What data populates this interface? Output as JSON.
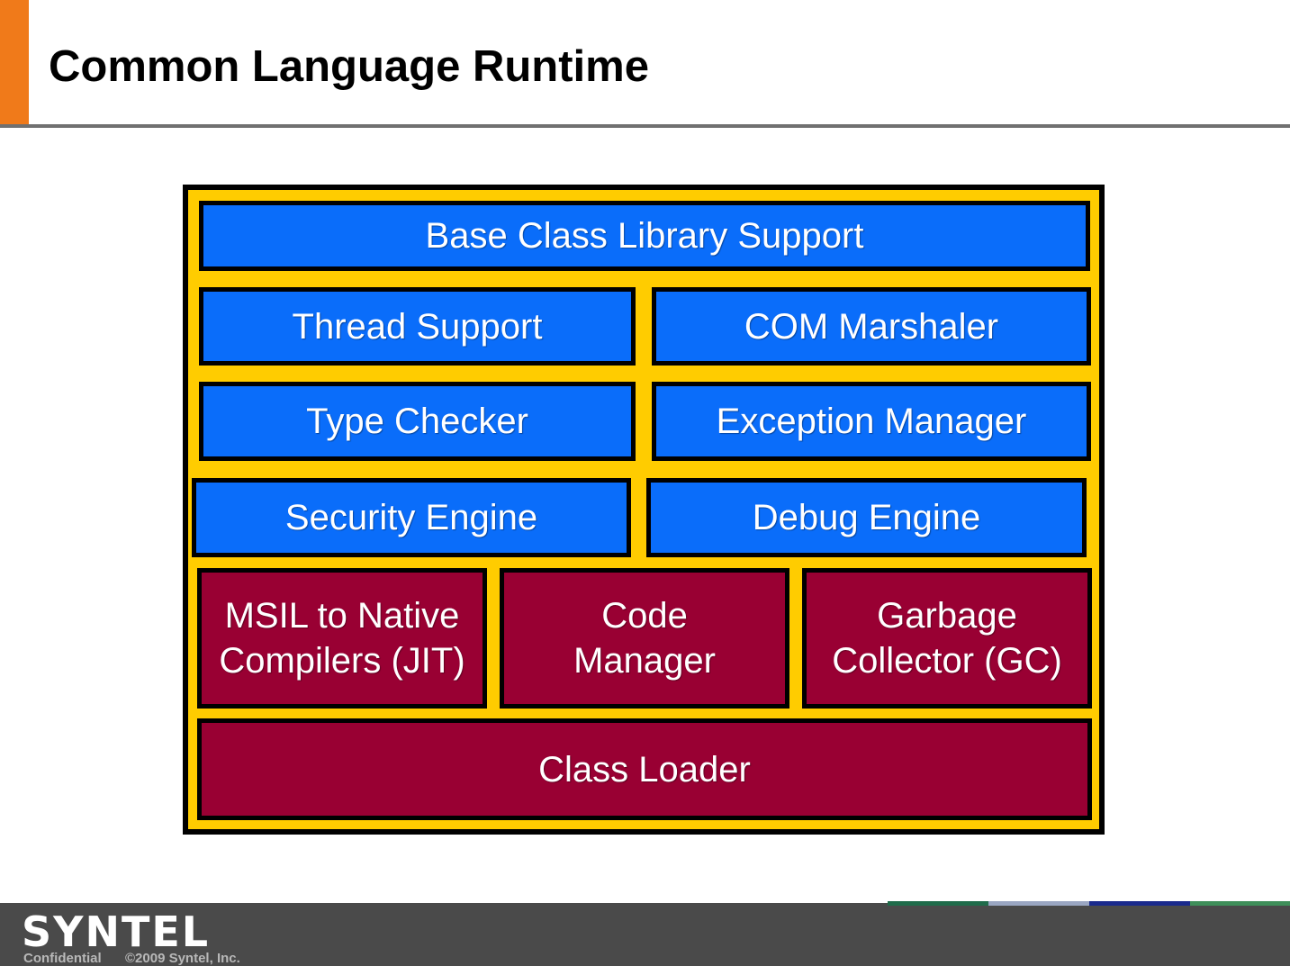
{
  "slide": {
    "title": "Common Language Runtime"
  },
  "diagram": {
    "blocks": [
      {
        "id": "base-class-library-support",
        "label": "Base Class Library Support",
        "color": "#0a6dfa"
      },
      {
        "id": "thread-support",
        "label": "Thread Support",
        "color": "#0a6dfa"
      },
      {
        "id": "com-marshaler",
        "label": "COM Marshaler",
        "color": "#0a6dfa"
      },
      {
        "id": "type-checker",
        "label": "Type Checker",
        "color": "#0a6dfa"
      },
      {
        "id": "exception-manager",
        "label": "Exception Manager",
        "color": "#0a6dfa"
      },
      {
        "id": "security-engine",
        "label": "Security Engine",
        "color": "#0a6dfa"
      },
      {
        "id": "debug-engine",
        "label": "Debug Engine",
        "color": "#0a6dfa"
      },
      {
        "id": "msil-to-native-compilers",
        "label": "MSIL to Native\nCompilers (JIT)",
        "color": "#990033"
      },
      {
        "id": "code-manager",
        "label": "Code\nManager",
        "color": "#990033"
      },
      {
        "id": "garbage-collector",
        "label": "Garbage\nCollector (GC)",
        "color": "#990033"
      },
      {
        "id": "class-loader",
        "label": "Class Loader",
        "color": "#990033"
      }
    ],
    "colors": {
      "frame": "#000000",
      "background": "#ffcc00",
      "upper_blocks": "#0a6dfa",
      "lower_blocks": "#990033"
    }
  },
  "footer": {
    "logo": "SYNTEL",
    "confidential": "Confidential",
    "copyright": "©2009 Syntel, Inc."
  },
  "colors": {
    "accent": "#f07a1a",
    "footer_bg": "#4a4a4a"
  }
}
